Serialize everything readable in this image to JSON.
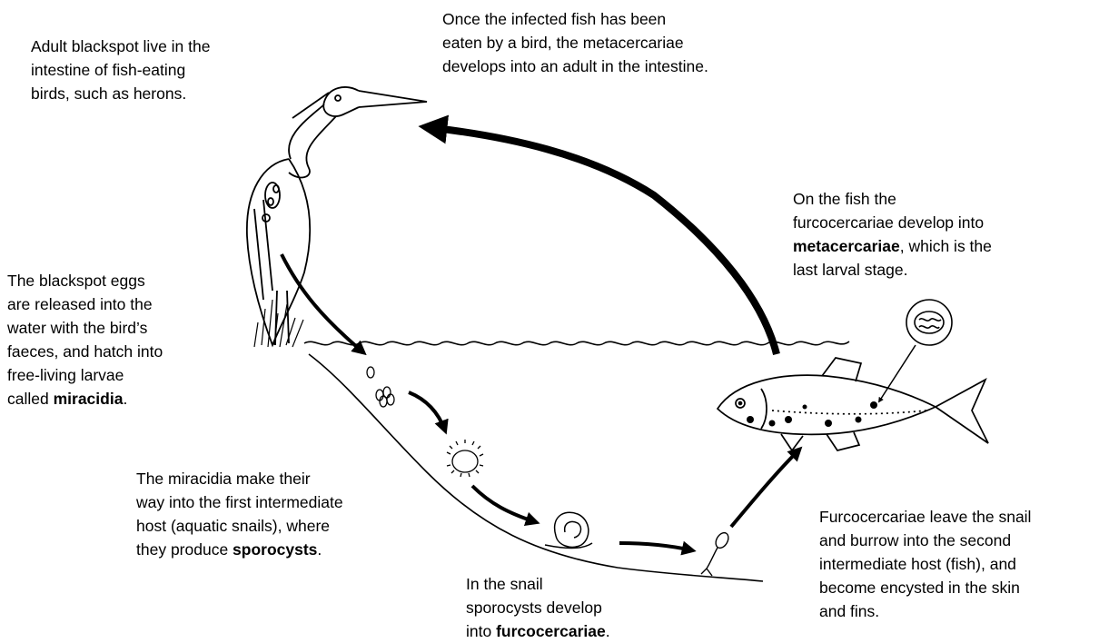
{
  "captions": {
    "adult": {
      "lines": [
        "Adult blackspot live in the",
        "intestine of fish-eating",
        "birds, such as herons."
      ]
    },
    "eaten": {
      "lines": [
        "Once the infected fish has been",
        "eaten by a bird, the metacercariae",
        "develops into an adult in the intestine."
      ]
    },
    "metacercariae": {
      "line1": "On the fish the",
      "line2": "furcocercariae develop into",
      "line3_bold": "metacercariae",
      "line3_rest": ", which is the",
      "line4": "last larval stage."
    },
    "eggs": {
      "line1": "The blackspot eggs",
      "line2": "are released into the",
      "line3": "water with the bird’s",
      "line4": "faeces, and hatch into",
      "line5": "free-living larvae",
      "line6_pre": "called ",
      "line6_bold": "miracidia",
      "line6_post": "."
    },
    "miracidia": {
      "line1": "The miracidia make their",
      "line2": "way into the first intermediate",
      "line3": "host (aquatic snails), where",
      "line4_pre": "they produce ",
      "line4_bold": "sporocysts",
      "line4_post": "."
    },
    "snail": {
      "line1": "In the snail",
      "line2": "sporocysts develop",
      "line3_pre": "into ",
      "line3_bold": "furcocercariae",
      "line3_post": "."
    },
    "fish": {
      "lines": [
        "Furcocercariae leave the snail",
        "and burrow into the second",
        "intermediate host (fish), and",
        "become encysted in the skin",
        "and fins."
      ]
    }
  },
  "colors": {
    "ink": "#000000",
    "background": "#ffffff"
  }
}
